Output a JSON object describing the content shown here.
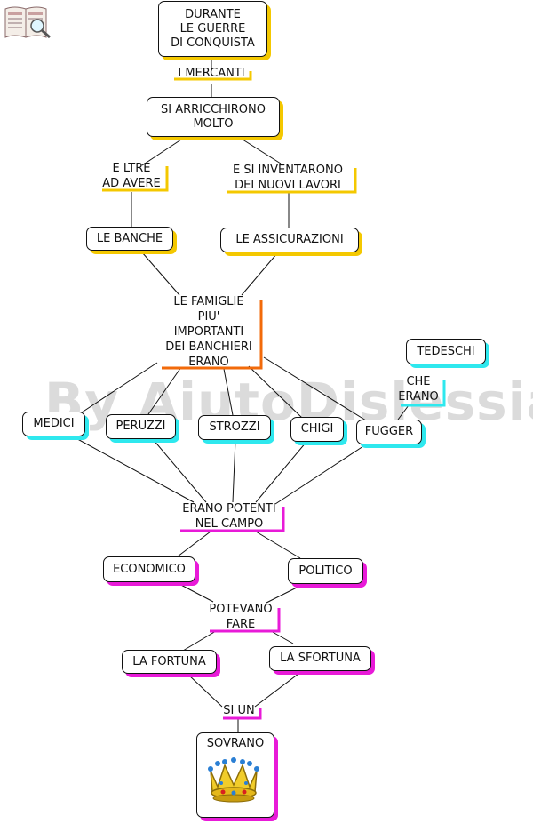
{
  "watermark": "By AiutoDislessia.net",
  "icons": {
    "top_left": "book-magnifier-icon",
    "crown": "crown-icon"
  },
  "colors": {
    "yellow": "#f4c800",
    "orange": "#f26a0a",
    "cyan": "#2ee8ee",
    "magenta": "#e81ad8"
  },
  "nodes": {
    "durante": "DURANTE\nLE GUERRE\nDI CONQUISTA",
    "arricchirono": "SI ARRICCHIRONO\nMOLTO",
    "banche": "LE BANCHE",
    "assicurazioni": "LE ASSICURAZIONI",
    "tedeschi": "TEDESCHI",
    "medici": "MEDICI",
    "peruzzi": "PERUZZI",
    "strozzi": "STROZZI",
    "chigi": "CHIGI",
    "fugger": "FUGGER",
    "economico": "ECONOMICO",
    "politico": "POLITICO",
    "fortuna": "LA FORTUNA",
    "sfortuna": "LA SFORTUNA",
    "sovrano": "SOVRANO"
  },
  "links": {
    "mercanti": "I MERCANTI",
    "oltre": "E LTRE\nAD AVERE",
    "inventarono": "E  SI INVENTARONO\nDEI NUOVI LAVORI",
    "famiglie": "LE FAMIGLIE\nPIU'\nIMPORTANTI\nDEI BANCHIERI\nERANO",
    "che_erano": "CHE\nERANO",
    "potenti": "ERANO POTENTI\nNEL CAMPO",
    "potevano": "POTEVANO\nFARE",
    "si_un": "SI UN"
  }
}
